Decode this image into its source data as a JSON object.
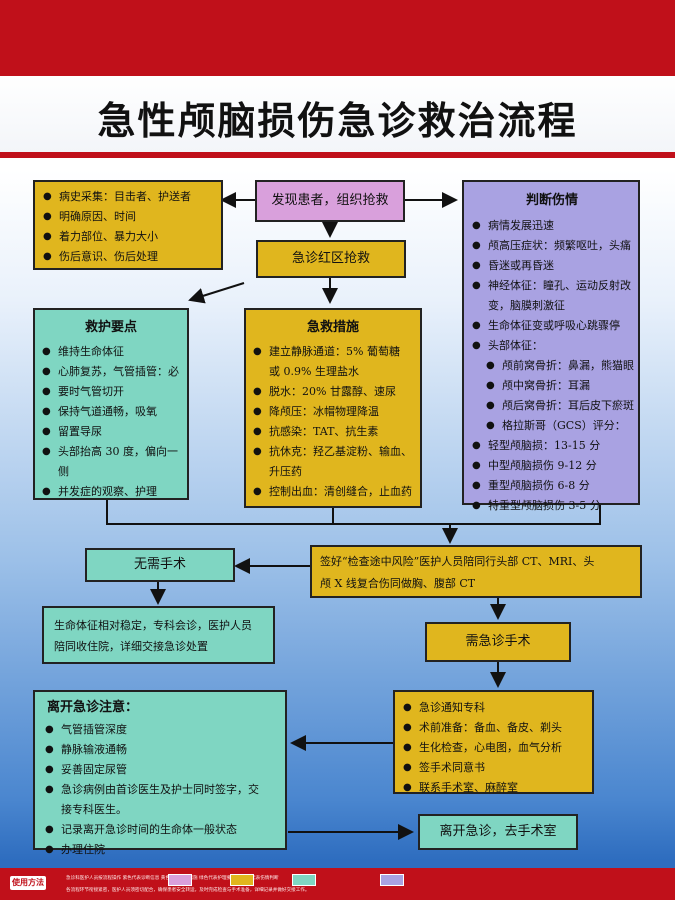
{
  "title": "急性颅脑损伤急诊救治流程",
  "discover": "发现患者，组织抢救",
  "emergency_red_zone": "急诊红区抢救",
  "history": [
    "病史采集：目击者、护送者",
    "明确原因、时间",
    "着力部位、暴力大小",
    "伤后意识、伤后处理"
  ],
  "judge": {
    "title": "判断伤情",
    "items": [
      {
        "text": "病情发展迅速",
        "type": "item"
      },
      {
        "text": "颅高压症状：频繁呕吐，头痛",
        "type": "item"
      },
      {
        "text": "昏迷或再昏迷",
        "type": "item"
      },
      {
        "text": "神经体征：瞳孔、运动反射改",
        "type": "item"
      },
      {
        "text": "变，脑膜刺激征",
        "type": "cont"
      },
      {
        "text": "生命体征变或呼吸心跳骤停",
        "type": "item"
      },
      {
        "text": "头部体征：",
        "type": "item"
      },
      {
        "text": "颅前窝骨折：鼻漏，熊猫眼",
        "type": "sub"
      },
      {
        "text": "颅中窝骨折：耳漏",
        "type": "sub"
      },
      {
        "text": "颅后窝骨折：耳后皮下瘀斑",
        "type": "sub"
      },
      {
        "text": "格拉斯哥（GCS）评分：",
        "type": "sub"
      },
      {
        "text": "轻型颅脑损：13-15 分",
        "type": "item"
      },
      {
        "text": "中型颅脑损伤 9-12 分",
        "type": "item"
      },
      {
        "text": "重型颅脑损伤 6-8 分",
        "type": "item"
      },
      {
        "text": "特重型颅脑损伤 3-5 分",
        "type": "item"
      }
    ]
  },
  "nursing": {
    "title": "救护要点",
    "items": [
      "维持生命体征",
      "心肺复苏，气管插管：必",
      "要时气管切开",
      "保持气道通畅，吸氧",
      "留置导尿",
      "头部抬高 30 度，偏向一侧",
      "并发症的观察、护理"
    ]
  },
  "measures": {
    "title": "急救措施",
    "items": [
      {
        "text": "建立静脉通道：5% 葡萄糖",
        "type": "item"
      },
      {
        "text": "或 0.9% 生理盐水",
        "type": "cont"
      },
      {
        "text": "脱水：20% 甘露醇、速尿",
        "type": "item"
      },
      {
        "text": "降颅压：冰帽物理降温",
        "type": "item"
      },
      {
        "text": "抗感染：TAT、抗生素",
        "type": "item"
      },
      {
        "text": "抗休克：羟乙基淀粉、输血、",
        "type": "item"
      },
      {
        "text": "升压药",
        "type": "cont"
      },
      {
        "text": "控制出血：清创缝合，止血药",
        "type": "item"
      }
    ]
  },
  "no_surgery": "无需手术",
  "sign_risk": {
    "line1": "签好“检查途中风险”医护人员陪同行头部 CT、MRI、头",
    "line2": "颅 X 线复合伤同做胸、腹部 CT"
  },
  "stable": {
    "line1": "生命体征相对稳定，专科会诊，医护人员",
    "line2": "陪同收住院，详细交接急诊处置"
  },
  "need_surgery": "需急诊手术",
  "leave_notes": {
    "title": "离开急诊注意：",
    "items": [
      {
        "text": "气管插管深度",
        "type": "item"
      },
      {
        "text": "静脉输液通畅",
        "type": "item"
      },
      {
        "text": "妥善固定尿管",
        "type": "item"
      },
      {
        "text": "急诊病例由首诊医生及护士同时签字，交",
        "type": "item"
      },
      {
        "text": "接专科医生。",
        "type": "cont"
      },
      {
        "text": "记录离开急诊时间的生命体一般状态",
        "type": "item"
      },
      {
        "text": "办理住院",
        "type": "item"
      }
    ]
  },
  "surgery_prep": [
    "急诊通知专科",
    "术前准备：备血、备皮、剃头",
    "生化检查，心电图，血气分析",
    "签手术同意书",
    "联系手术室、麻醉室"
  ],
  "leave_to_or": "离开急诊，去手术室",
  "footer": {
    "label": "使用方法",
    "line1": "急诊科医护人员按流程操作     紫色代表诊断信息     黄色代表主要措施     绿色代表护理要点     浅紫色代表伤情判断",
    "line2": "各流程环节衔接紧密，医护人员须密切配合，确保患者安全转运，及时完成检查与手术准备，详细记录并做好交接工作。"
  },
  "colors": {
    "red": "#c0101a",
    "gold": "#e0b61e",
    "teal": "#7fd6c2",
    "lavender": "#a9a2e2",
    "pink": "#d9a0dc"
  }
}
